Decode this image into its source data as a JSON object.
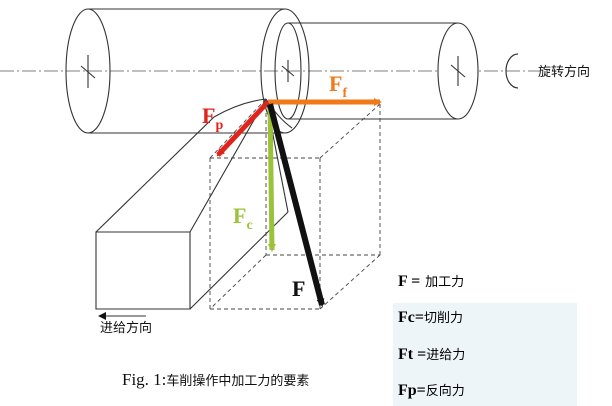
{
  "labels": {
    "rotation_direction": "旋转方向",
    "feed_direction": "进给方向"
  },
  "forces": {
    "f_main": "F",
    "fc_base": "F",
    "fc_sub": "c",
    "fp_base": "F",
    "fp_sub": "p",
    "ff_base": "F",
    "ff_sub": "f"
  },
  "colors": {
    "ff": "#f07a1a",
    "fp": "#e0241c",
    "fc": "#9cc23a",
    "f": "#111111"
  },
  "legend": [
    {
      "symbol": "F =",
      "text": "加工力"
    },
    {
      "symbol": "Fc=",
      "text": "切削力"
    },
    {
      "symbol": "Ft =",
      "text": "进给力"
    },
    {
      "symbol": "Fp=",
      "text": "反向力"
    }
  ],
  "caption": {
    "prefix": "Fig. 1:",
    "text": "车削操作中加工力的要素"
  }
}
